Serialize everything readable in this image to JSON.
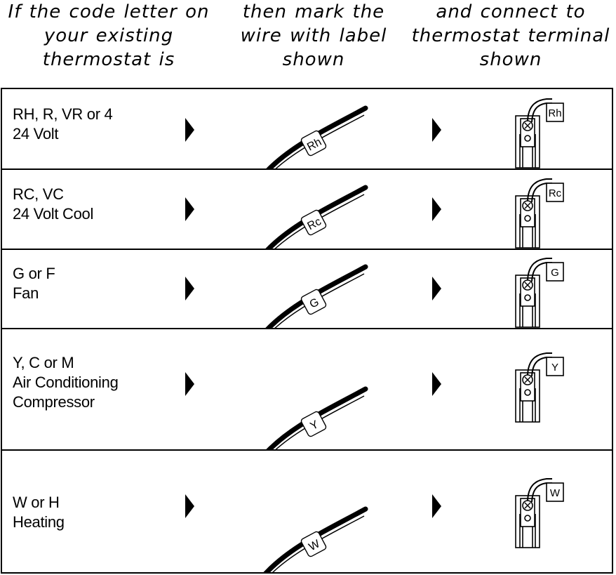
{
  "headers": {
    "col1": [
      "If the code letter on",
      "your existing",
      "thermostat is"
    ],
    "col2": [
      "then mark the",
      "wire with label",
      "shown"
    ],
    "col3": [
      "and connect to",
      "thermostat terminal",
      "shown"
    ]
  },
  "rows": [
    {
      "code_lines": [
        "RH, R, VR or 4",
        "24 Volt"
      ],
      "wire_label": "Rh",
      "terminal_label": "Rh"
    },
    {
      "code_lines": [
        "RC, VC",
        "24 Volt Cool"
      ],
      "wire_label": "Rc",
      "terminal_label": "Rc"
    },
    {
      "code_lines": [
        "G or F",
        "Fan"
      ],
      "wire_label": "G",
      "terminal_label": "G"
    },
    {
      "code_lines": [
        "Y, C or M",
        "Air Conditioning",
        "Compressor"
      ],
      "wire_label": "Y",
      "terminal_label": "Y"
    },
    {
      "code_lines": [
        "W or H",
        "Heating"
      ],
      "wire_label": "W",
      "terminal_label": "W"
    }
  ],
  "icons": {
    "arrow": "right-arrow-icon",
    "wire": "labeled-wire-icon",
    "terminal": "thermostat-terminal-icon"
  }
}
